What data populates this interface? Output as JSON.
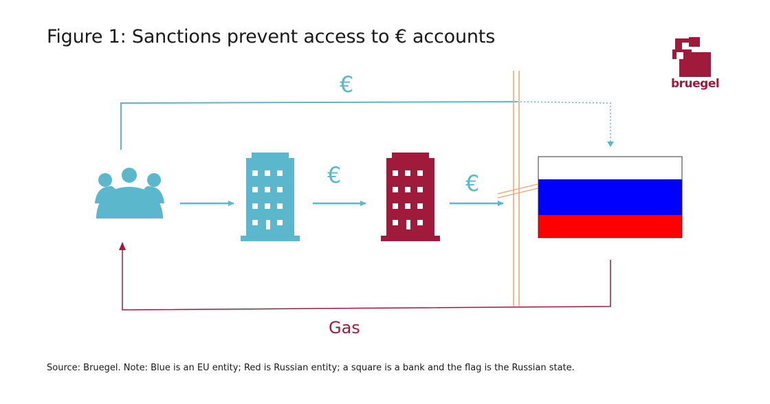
{
  "title": "Figure 1: Sanctions prevent access to € accounts",
  "source_note": "Source: Bruegel. Note: Blue is an EU entity; Red is Russian entity; a square is a bank and the flag is the Russian state.",
  "logo": {
    "word": "bruegel"
  },
  "labels": {
    "euro_top": "€",
    "euro_mid1": "€",
    "euro_mid2": "€",
    "gas": "Gas"
  },
  "entities": [
    {
      "id": "eu-buyers",
      "icon": "group-people-icon",
      "color": "#5bb8cc"
    },
    {
      "id": "eu-bank",
      "icon": "building-icon",
      "color": "#5bb8cc"
    },
    {
      "id": "russian-bank",
      "icon": "building-icon",
      "color": "#a01a3c"
    },
    {
      "id": "russian-state",
      "icon": "russian-flag-icon"
    }
  ],
  "colors": {
    "eu_blue": "#5bb8cc",
    "russian_red": "#a01a3c",
    "sanction_wall": "#f0a070",
    "flag_white": "#ffffff",
    "flag_blue": "#0000ff",
    "flag_red": "#ff0000"
  }
}
